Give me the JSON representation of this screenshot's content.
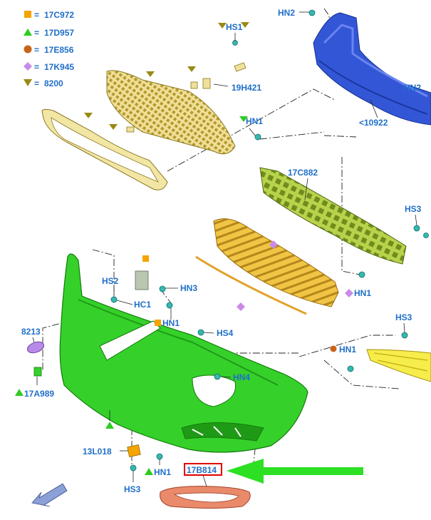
{
  "legend": [
    {
      "symbol": "square",
      "color": "#f5a400",
      "eq": "=",
      "code": "17C972"
    },
    {
      "symbol": "triangle",
      "color": "#2ecc20",
      "eq": "=",
      "code": "17D957"
    },
    {
      "symbol": "circle",
      "color": "#c8641a",
      "eq": "=",
      "code": "17E856"
    },
    {
      "symbol": "diamond",
      "color": "#c98be8",
      "eq": "=",
      "code": "17K945"
    },
    {
      "symbol": "triangle-down",
      "color": "#9a8a14",
      "eq": "=",
      "code": "8200"
    }
  ],
  "labels": {
    "hn2_top": "HN2",
    "hn2_right": "HN2",
    "hs1": "HS1",
    "p19h421": "19H421",
    "p10922": "<10922",
    "hn1_a": "HN1",
    "p17c882": "17C882",
    "hs3_right": "HS3",
    "hn1_b": "HN1",
    "hs2": "HS2",
    "hn3": "HN3",
    "hc1": "HC1",
    "hn1_c": "HN1",
    "p8213": "8213",
    "hs4": "HS4",
    "hs3_mid": "HS3",
    "hn1_d": "HN1",
    "hn4": "HN4",
    "p17a989": "17A989",
    "p13l018": "13L018",
    "p17b814": "17B814",
    "hn1_e": "HN1",
    "hs3_bottom": "HS3"
  },
  "colors": {
    "label_blue": "#1f6fc9",
    "bumper_green": "#35d12a",
    "grille_yellow": "#eddb86",
    "beam_blue": "#3356d6",
    "absorber_olive": "#a4c43a",
    "lower_grille_orange": "#e8b52c",
    "insert_red": "#e98a6a",
    "highlight_red": "#e00000",
    "arrow_green": "#2de023",
    "fastener_teal": "#36b8b0"
  },
  "icons": [
    "view-direction-arrow-icon",
    "callout-arrow-icon"
  ]
}
